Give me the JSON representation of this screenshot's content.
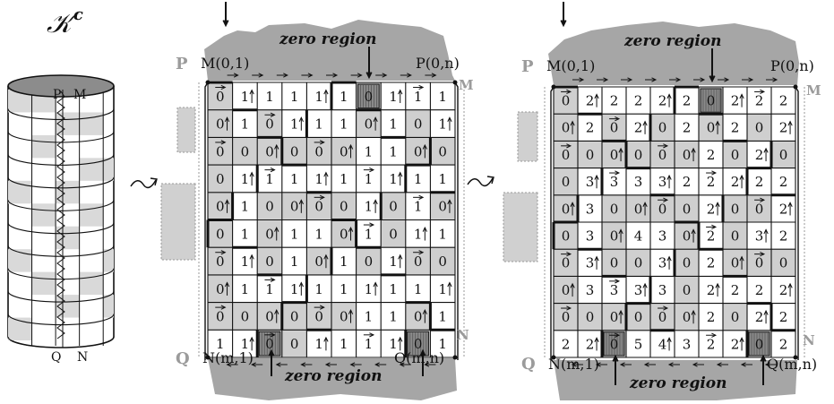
{
  "cylinder": {
    "title": "𝒦",
    "title_sup": "c",
    "top_labels": [
      "P",
      "M"
    ],
    "bottom_labels": [
      "Q",
      "N"
    ]
  },
  "region_label": "zero region",
  "panels": [
    {
      "corners": {
        "M": "M(0,1)",
        "P": "P(0,n)",
        "N": "N(m,1)",
        "Q": "Q(m,n)"
      },
      "side": {
        "left_top": "P",
        "left_bottom": "Q",
        "right_top": "M",
        "right_bottom": "N"
      },
      "rows": [
        [
          "0",
          "1",
          "1",
          "1",
          "1",
          "1",
          "0",
          "1",
          "1",
          "1"
        ],
        [
          "0",
          "1",
          "0",
          "1",
          "1",
          "1",
          "0",
          "1",
          "0",
          "1"
        ],
        [
          "0",
          "0",
          "0",
          "0",
          "0",
          "0",
          "1",
          "1",
          "0",
          "0"
        ],
        [
          "0",
          "1",
          "1",
          "1",
          "1",
          "1",
          "1",
          "1",
          "1",
          "1"
        ],
        [
          "0",
          "1",
          "0",
          "0",
          "0",
          "0",
          "1",
          "0",
          "1",
          "0"
        ],
        [
          "0",
          "1",
          "0",
          "1",
          "1",
          "0",
          "1",
          "0",
          "1",
          "1"
        ],
        [
          "0",
          "1",
          "0",
          "1",
          "0",
          "1",
          "0",
          "1",
          "0",
          "0"
        ],
        [
          "0",
          "1",
          "1",
          "1",
          "1",
          "1",
          "1",
          "1",
          "1",
          "1"
        ],
        [
          "0",
          "0",
          "0",
          "0",
          "0",
          "0",
          "1",
          "1",
          "0",
          "1"
        ],
        [
          "1",
          "1",
          "0",
          "0",
          "1",
          "1",
          "1",
          "1",
          "0",
          "1"
        ]
      ]
    },
    {
      "corners": {
        "M": "M(0,1)",
        "P": "P(0,n)",
        "N": "N(m,1)",
        "Q": "Q(m,n)"
      },
      "side": {
        "left_top": "P",
        "left_bottom": "Q",
        "right_top": "M",
        "right_bottom": "N"
      },
      "rows": [
        [
          "0",
          "2",
          "2",
          "2",
          "2",
          "2",
          "0",
          "2",
          "2",
          "2"
        ],
        [
          "0",
          "2",
          "0",
          "2",
          "0",
          "2",
          "0",
          "2",
          "0",
          "2"
        ],
        [
          "0",
          "0",
          "0",
          "0",
          "0",
          "0",
          "2",
          "0",
          "2",
          "0"
        ],
        [
          "0",
          "3",
          "3",
          "3",
          "3",
          "2",
          "2",
          "2",
          "2",
          "2"
        ],
        [
          "0",
          "3",
          "0",
          "0",
          "0",
          "0",
          "2",
          "0",
          "0",
          "2"
        ],
        [
          "0",
          "3",
          "0",
          "4",
          "3",
          "0",
          "2",
          "0",
          "3",
          "2"
        ],
        [
          "0",
          "3",
          "0",
          "0",
          "3",
          "0",
          "2",
          "0",
          "0",
          "0"
        ],
        [
          "0",
          "3",
          "3",
          "3",
          "3",
          "0",
          "2",
          "2",
          "2",
          "2"
        ],
        [
          "0",
          "0",
          "0",
          "0",
          "0",
          "0",
          "2",
          "0",
          "2",
          "2"
        ],
        [
          "2",
          "2",
          "0",
          "5",
          "4",
          "3",
          "2",
          "2",
          "0",
          "2"
        ]
      ]
    }
  ]
}
